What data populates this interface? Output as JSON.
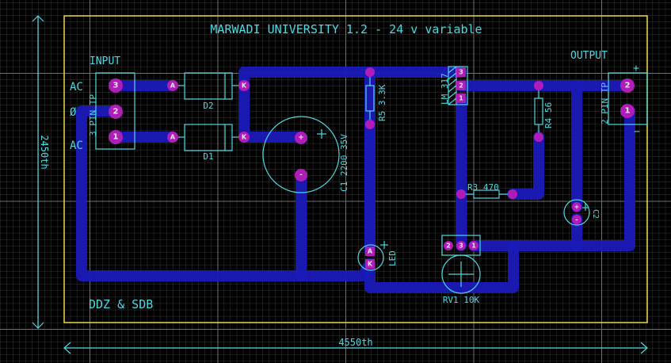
{
  "board": {
    "title": "MARWADI UNIVERSITY 1.2 - 24 v variable",
    "footer_text": "DDZ & SDB",
    "width_dimension": "4550th",
    "height_dimension": "2450th",
    "edge_color": "#e8d84a",
    "trace_color": "#1a1ab8",
    "silk_color": "#4fd8e0",
    "pad_color": "#b01cb8"
  },
  "labels": {
    "input": "INPUT",
    "output": "OUTPUT",
    "ac_top": "AC",
    "ac_bottom": "AC",
    "ground": "Ø",
    "output_plus": "+",
    "output_minus": "−"
  },
  "components": {
    "J1": {
      "label": "3 PIN TP",
      "pins": [
        "3",
        "2",
        "1"
      ]
    },
    "J2": {
      "label": "2 PIN TP",
      "pins": [
        "2",
        "1"
      ]
    },
    "D1": {
      "label": "D1",
      "anode": "A",
      "cathode": "K"
    },
    "D2": {
      "label": "D2",
      "anode": "A",
      "cathode": "K"
    },
    "C1": {
      "label": "C1 2200 35V",
      "plus": "+",
      "minus": "-"
    },
    "C2": {
      "label": "C2",
      "plus": "+",
      "minus": "-"
    },
    "R5": {
      "label": "R5 3.3K"
    },
    "R4": {
      "label": "R4 56"
    },
    "R3": {
      "label": "R3 470"
    },
    "U1": {
      "label": "LM 317",
      "pins": [
        "3",
        "2",
        "1"
      ]
    },
    "LED": {
      "label": "LED",
      "anode": "A",
      "cathode": "K"
    },
    "RV1": {
      "label": "RV1 10K",
      "pins": [
        "2",
        "3",
        "1"
      ]
    }
  }
}
